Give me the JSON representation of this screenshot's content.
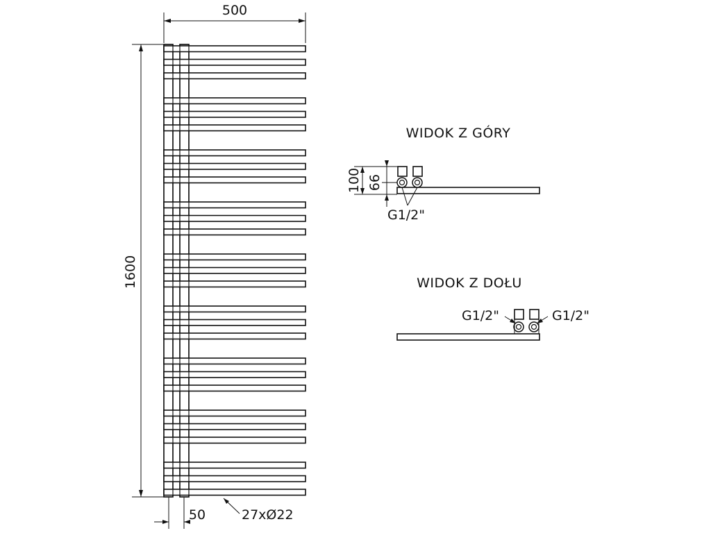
{
  "front_view": {
    "width_label": "500",
    "height_label": "1600",
    "pipe_spacing_label": "50",
    "tube_spec_label": "27xØ22",
    "tube_count": 27
  },
  "top_view": {
    "title": "WIDOK Z GÓRY",
    "depth_label": "100",
    "axis_label": "66",
    "connection_label": "G1/2\""
  },
  "bottom_view": {
    "title": "WIDOK Z DOŁU",
    "connection_left_label": "G1/2\"",
    "connection_right_label": "G1/2\""
  }
}
